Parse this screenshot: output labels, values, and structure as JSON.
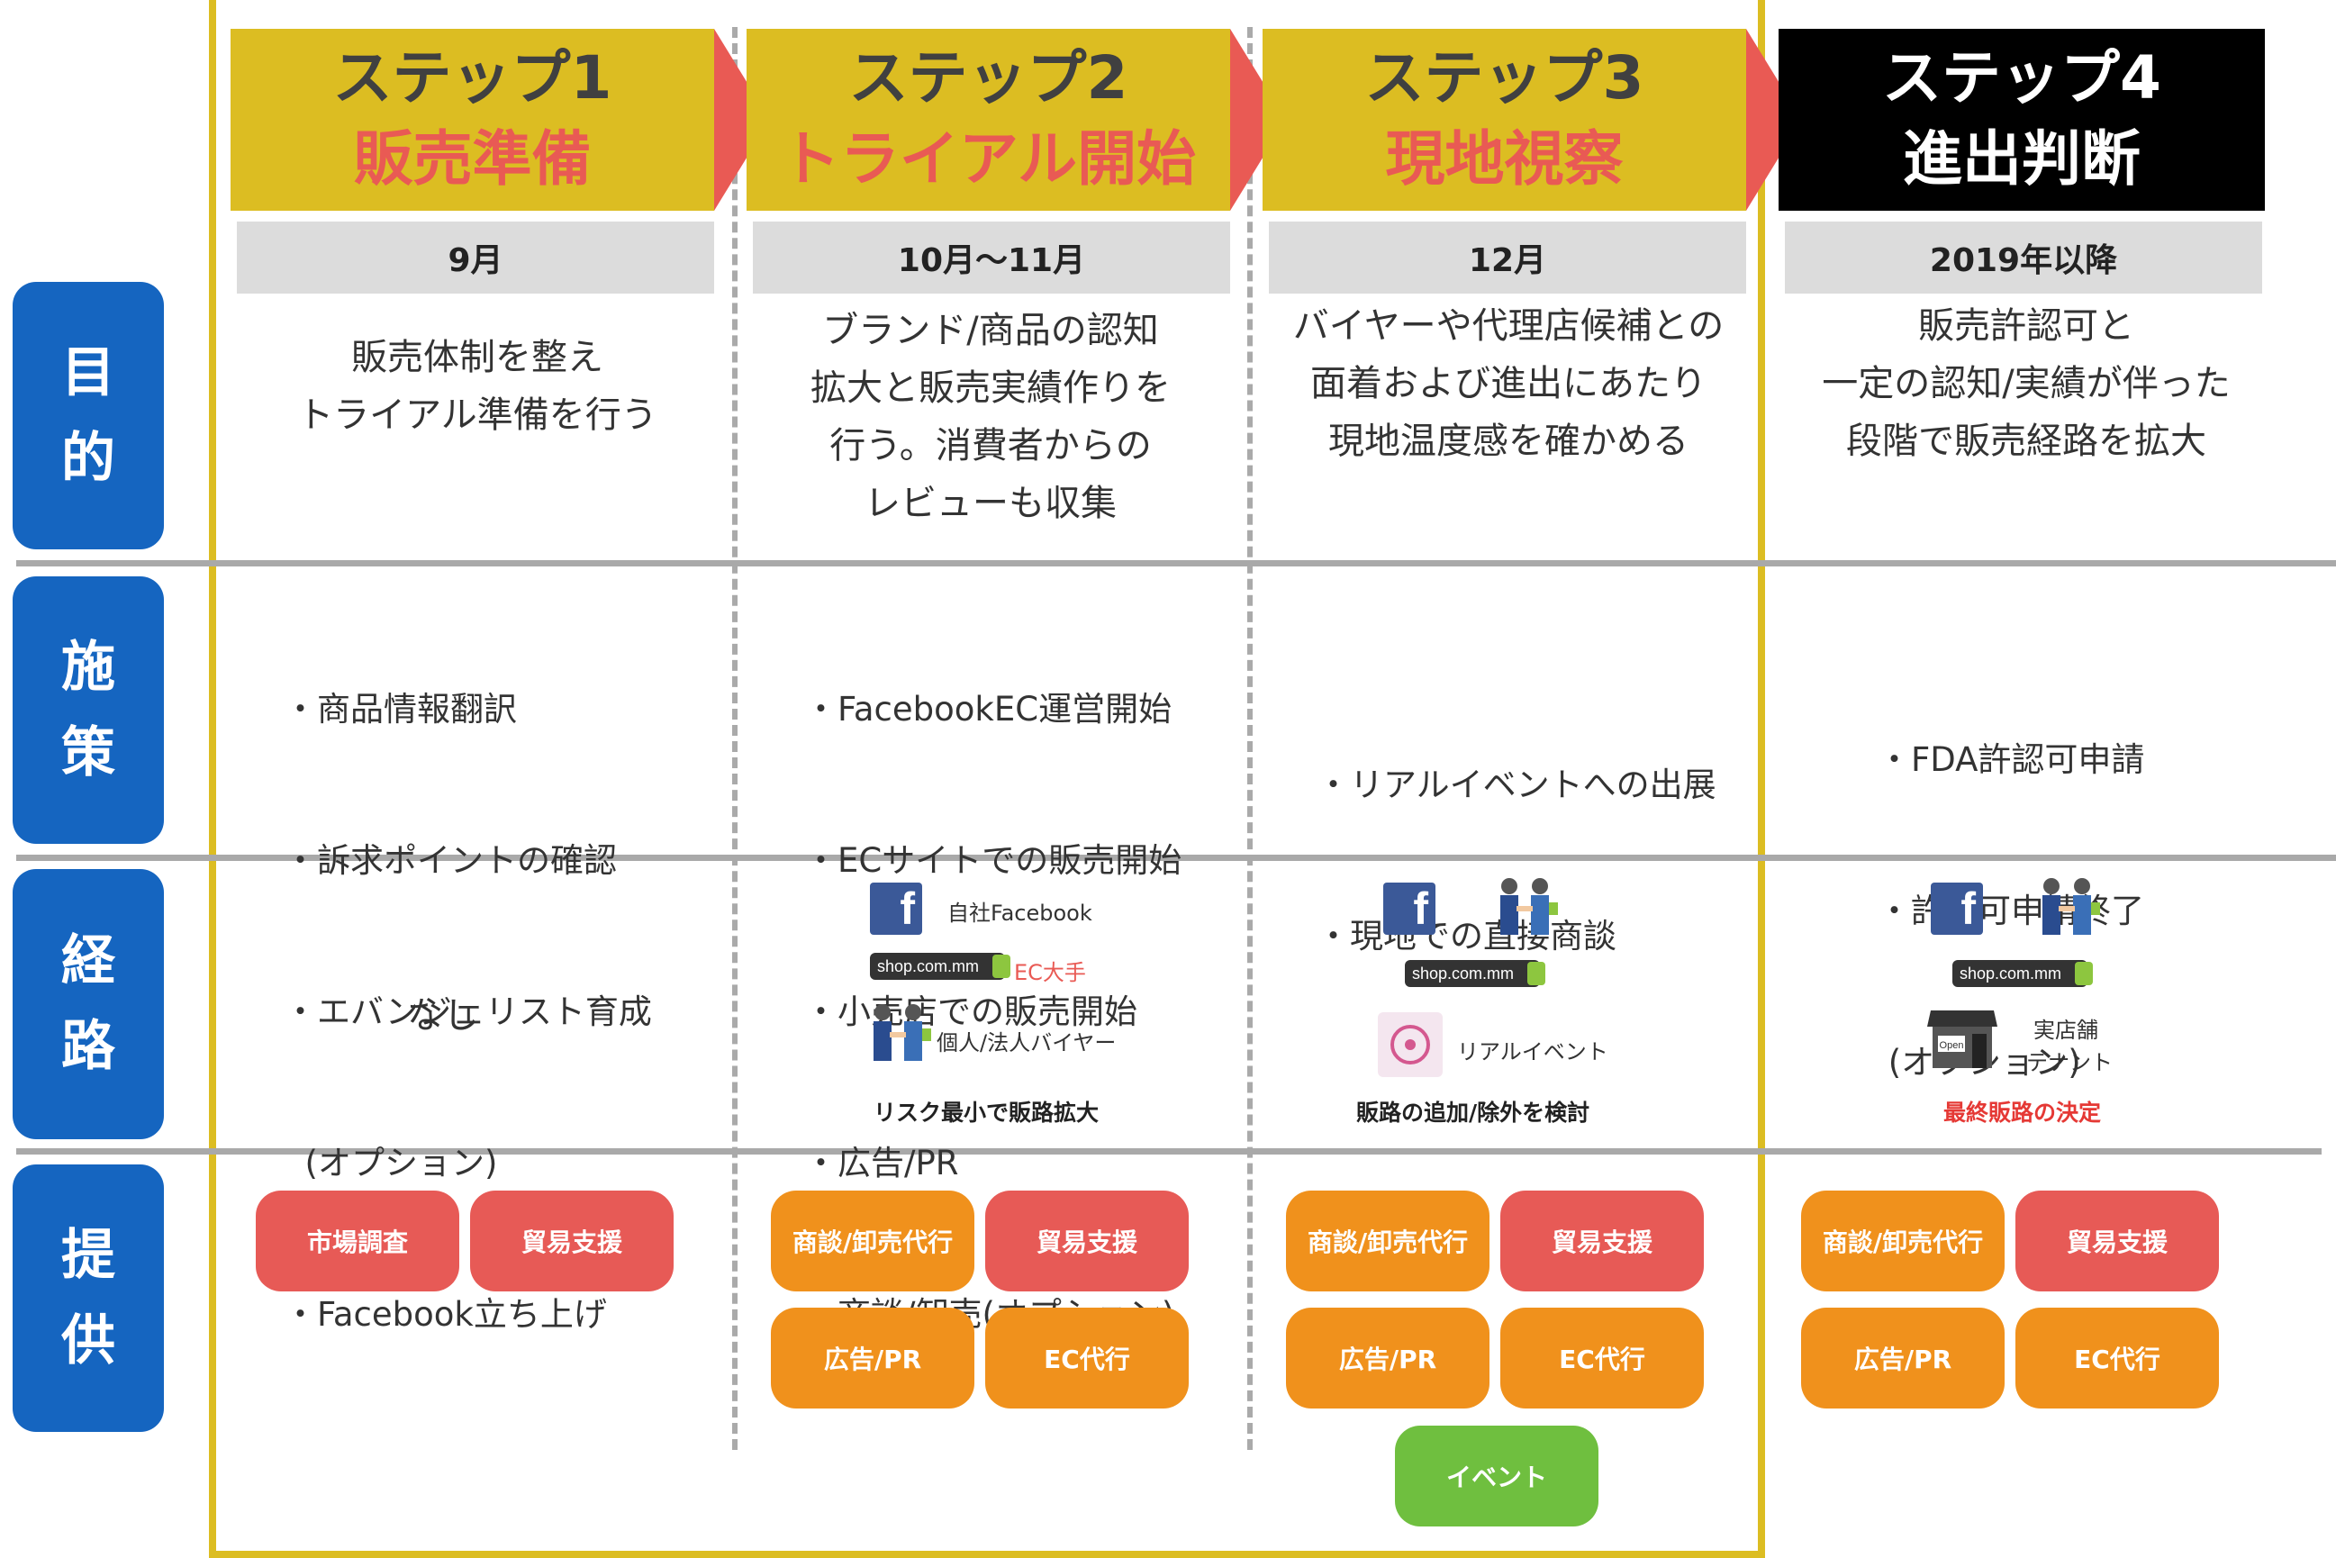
{
  "side_labels": [
    {
      "line1": "目",
      "line2": "的"
    },
    {
      "line1": "施",
      "line2": "策"
    },
    {
      "line1": "経",
      "line2": "路"
    },
    {
      "line1": "提",
      "line2": "供"
    }
  ],
  "steps": [
    {
      "title": "ステップ1",
      "subtitle": "販売準備",
      "period": "9月",
      "purpose": [
        "販売体制を整え",
        "トライアル準備を行う"
      ],
      "measures": [
        "・商品情報翻訳",
        "・訴求ポイントの確認",
        "・エバンジェリスト育成",
        "  (オプション)",
        "・Facebook立ち上げ"
      ],
      "route_text": "なし",
      "offerings": [
        {
          "label": "市場調査",
          "color": "red"
        },
        {
          "label": "貿易支援",
          "color": "red"
        }
      ]
    },
    {
      "title": "ステップ2",
      "subtitle": "トライアル開始",
      "period": "10月〜11月",
      "purpose": [
        "ブランド/商品の認知",
        "拡大と販売実績作りを",
        "行う。消費者からの",
        "レビューも収集"
      ],
      "measures": [
        "・FacebookEC運営開始",
        "・ECサイトでの販売開始",
        "・小売店での販売開始",
        "・広告/PR",
        "・商談/卸売(オプション)"
      ],
      "route_labels": {
        "facebook": "自社Facebook",
        "shop": "EC大手",
        "buyer": "個人/法人バイヤー"
      },
      "route_caption": "リスク最小で販路拡大",
      "offerings": [
        {
          "label": "商談/卸売代行",
          "color": "orange"
        },
        {
          "label": "貿易支援",
          "color": "red"
        },
        {
          "label": "広告/PR",
          "color": "orange"
        },
        {
          "label": "EC代行",
          "color": "orange"
        }
      ]
    },
    {
      "title": "ステップ3",
      "subtitle": "現地視察",
      "period": "12月",
      "purpose": [
        "バイヤーや代理店候補との",
        "面着および進出にあたり",
        "現地温度感を確かめる"
      ],
      "measures": [
        "・リアルイベントへの出展",
        "・現地での直接商談"
      ],
      "route_labels": {
        "event": "リアルイベント"
      },
      "route_caption": "販路の追加/除外を検討",
      "offerings": [
        {
          "label": "商談/卸売代行",
          "color": "orange"
        },
        {
          "label": "貿易支援",
          "color": "red"
        },
        {
          "label": "広告/PR",
          "color": "orange"
        },
        {
          "label": "EC代行",
          "color": "orange"
        },
        {
          "label": "イベント",
          "color": "green"
        }
      ]
    },
    {
      "title": "ステップ4",
      "subtitle": "進出判断",
      "period": "2019年以降",
      "purpose": [
        "販売許認可と",
        "一定の認知/実績が伴った",
        "段階で販売経路を拡大"
      ],
      "measures": [
        "・FDA許認可申請",
        "・許認可申請終了",
        " (オプション)"
      ],
      "route_labels": {
        "store1": "実店舗",
        "store2": "テナント"
      },
      "route_caption": "最終販路の決定",
      "offerings": [
        {
          "label": "商談/卸売代行",
          "color": "orange"
        },
        {
          "label": "貿易支援",
          "color": "red"
        },
        {
          "label": "広告/PR",
          "color": "orange"
        },
        {
          "label": "EC代行",
          "color": "orange"
        }
      ]
    }
  ],
  "logos": {
    "facebook_letter": "f",
    "shop_text": "shop.com.mm",
    "open_sign": "Open"
  },
  "colors": {
    "gold": "#dcbd22",
    "accent_red": "#e95a54",
    "black": "#000000",
    "blue": "#1565c0",
    "pill_red": "#e75a56",
    "pill_orange": "#f0911c",
    "pill_green": "#6fbf3f"
  }
}
